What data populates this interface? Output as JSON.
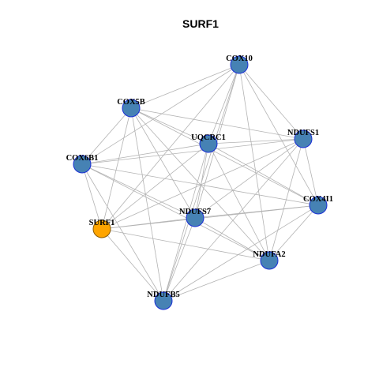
{
  "title": "SURF1",
  "colors": {
    "focus_fill": "#FFA500",
    "focus_stroke": "#8B5A00",
    "node_fill": "#4682B4",
    "node_stroke": "#1a2fd6",
    "edge": "#b3b3b3"
  },
  "network": {
    "nodes": [
      {
        "id": "COX10",
        "label": "COX10",
        "focus": false
      },
      {
        "id": "COX5B",
        "label": "COX5B",
        "focus": false
      },
      {
        "id": "NDUFS1",
        "label": "NDUFS1",
        "focus": false
      },
      {
        "id": "UQCRC1",
        "label": "UQCRC1",
        "focus": false
      },
      {
        "id": "COX6B1",
        "label": "COX6B1",
        "focus": false
      },
      {
        "id": "COX4I1",
        "label": "COX4I1",
        "focus": false
      },
      {
        "id": "NDUFS7",
        "label": "NDUFS7",
        "focus": false
      },
      {
        "id": "SURF1",
        "label": "SURF1",
        "focus": true
      },
      {
        "id": "NDUFA2",
        "label": "NDUFA2",
        "focus": false
      },
      {
        "id": "NDUFB5",
        "label": "NDUFB5",
        "focus": false
      }
    ],
    "edges": [
      [
        "COX10",
        "COX5B"
      ],
      [
        "COX10",
        "NDUFS1"
      ],
      [
        "COX10",
        "UQCRC1"
      ],
      [
        "COX10",
        "COX6B1"
      ],
      [
        "COX10",
        "COX4I1"
      ],
      [
        "COX10",
        "NDUFS7"
      ],
      [
        "COX10",
        "SURF1"
      ],
      [
        "COX10",
        "NDUFA2"
      ],
      [
        "COX10",
        "NDUFB5"
      ],
      [
        "COX5B",
        "NDUFS1"
      ],
      [
        "COX5B",
        "UQCRC1"
      ],
      [
        "COX5B",
        "COX6B1"
      ],
      [
        "COX5B",
        "COX4I1"
      ],
      [
        "COX5B",
        "NDUFS7"
      ],
      [
        "COX5B",
        "SURF1"
      ],
      [
        "COX5B",
        "NDUFA2"
      ],
      [
        "COX5B",
        "NDUFB5"
      ],
      [
        "NDUFS1",
        "UQCRC1"
      ],
      [
        "NDUFS1",
        "COX6B1"
      ],
      [
        "NDUFS1",
        "COX4I1"
      ],
      [
        "NDUFS1",
        "NDUFS7"
      ],
      [
        "NDUFS1",
        "SURF1"
      ],
      [
        "NDUFS1",
        "NDUFA2"
      ],
      [
        "NDUFS1",
        "NDUFB5"
      ],
      [
        "UQCRC1",
        "COX6B1"
      ],
      [
        "UQCRC1",
        "COX4I1"
      ],
      [
        "UQCRC1",
        "NDUFS7"
      ],
      [
        "UQCRC1",
        "SURF1"
      ],
      [
        "UQCRC1",
        "NDUFA2"
      ],
      [
        "UQCRC1",
        "NDUFB5"
      ],
      [
        "COX6B1",
        "COX4I1"
      ],
      [
        "COX6B1",
        "NDUFS7"
      ],
      [
        "COX6B1",
        "SURF1"
      ],
      [
        "COX6B1",
        "NDUFA2"
      ],
      [
        "COX6B1",
        "NDUFB5"
      ],
      [
        "COX4I1",
        "NDUFS7"
      ],
      [
        "COX4I1",
        "SURF1"
      ],
      [
        "COX4I1",
        "NDUFA2"
      ],
      [
        "COX4I1",
        "NDUFB5"
      ],
      [
        "NDUFS7",
        "SURF1"
      ],
      [
        "NDUFS7",
        "NDUFA2"
      ],
      [
        "NDUFS7",
        "NDUFB5"
      ],
      [
        "SURF1",
        "NDUFA2"
      ],
      [
        "SURF1",
        "NDUFB5"
      ],
      [
        "NDUFA2",
        "NDUFB5"
      ]
    ]
  }
}
